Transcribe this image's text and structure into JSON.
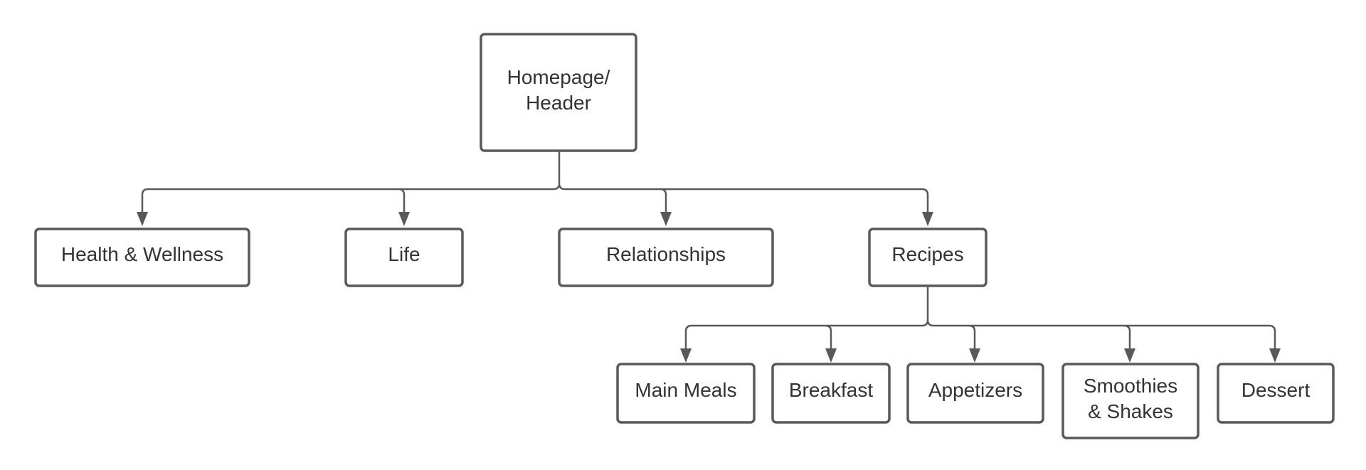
{
  "nodes": {
    "homepage": {
      "lines": [
        "Homepage/",
        "Header"
      ]
    },
    "health": {
      "lines": [
        "Health & Wellness"
      ]
    },
    "life": {
      "lines": [
        "Life"
      ]
    },
    "relationships": {
      "lines": [
        "Relationships"
      ]
    },
    "recipes": {
      "lines": [
        "Recipes"
      ]
    },
    "main_meals": {
      "lines": [
        "Main Meals"
      ]
    },
    "breakfast": {
      "lines": [
        "Breakfast"
      ]
    },
    "appetizers": {
      "lines": [
        "Appetizers"
      ]
    },
    "smoothies": {
      "lines": [
        "Smoothies",
        "& Shakes"
      ]
    },
    "dessert": {
      "lines": [
        "Dessert"
      ]
    }
  },
  "colors": {
    "stroke": "#595959",
    "text": "#333333",
    "background": "#ffffff"
  }
}
